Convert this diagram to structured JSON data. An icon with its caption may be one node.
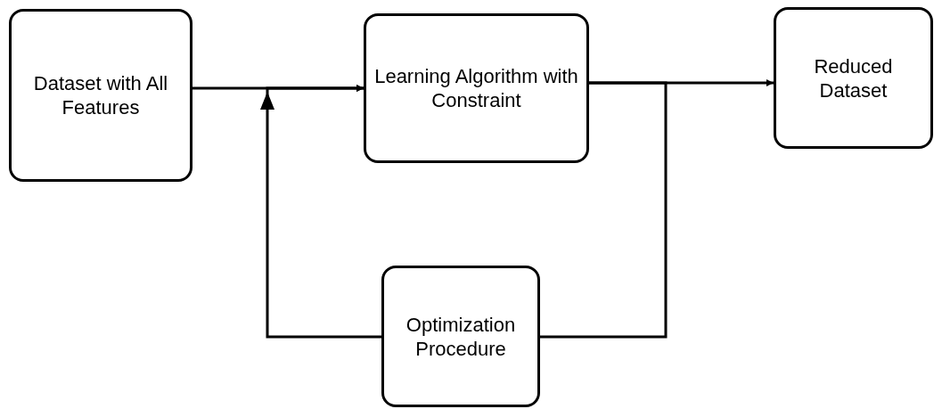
{
  "diagram": {
    "nodes": [
      {
        "text": [
          "Dataset with All Features"
        ]
      },
      {
        "text": [
          "Learning Algorithm with Constraint"
        ]
      },
      {
        "text": [
          "Reduced Dataset"
        ]
      },
      {
        "text": [
          "Optimization Procedure"
        ]
      }
    ],
    "edges": [
      {
        "from": 0,
        "to": 1,
        "arrow": "to"
      },
      {
        "from": 1,
        "to": 2,
        "arrow": "to"
      },
      {
        "from": 1,
        "to": 3,
        "arrow": "none"
      },
      {
        "from": 3,
        "to": 1,
        "arrow": "to"
      }
    ]
  }
}
